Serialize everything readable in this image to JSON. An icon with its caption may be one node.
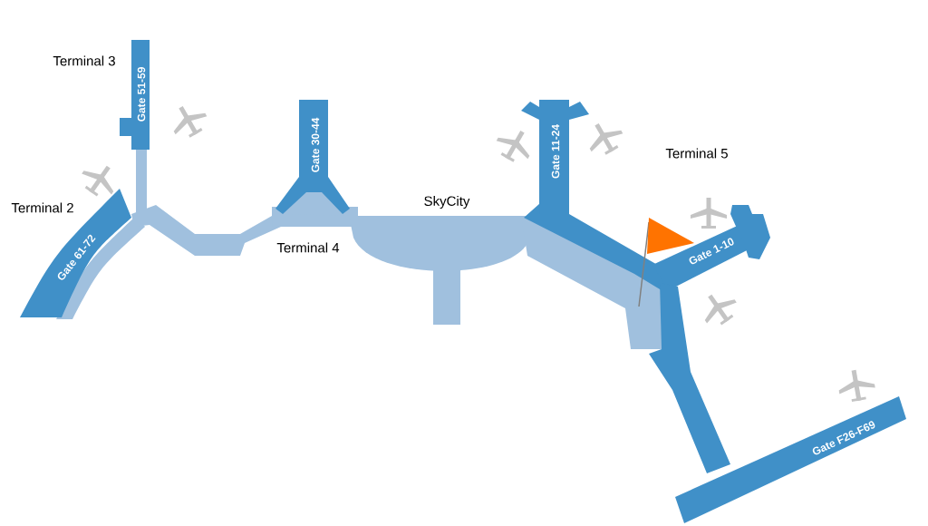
{
  "diagram": {
    "labels": [
      "Terminal 3",
      "Gate 51-59",
      "Terminal 2",
      "Gate 61-72",
      "Gate 30-44",
      "Terminal 4",
      "SkyCity",
      "Gate 11-24",
      "Terminal 5",
      "Gate 1-10",
      "Gate F26-F69"
    ]
  }
}
